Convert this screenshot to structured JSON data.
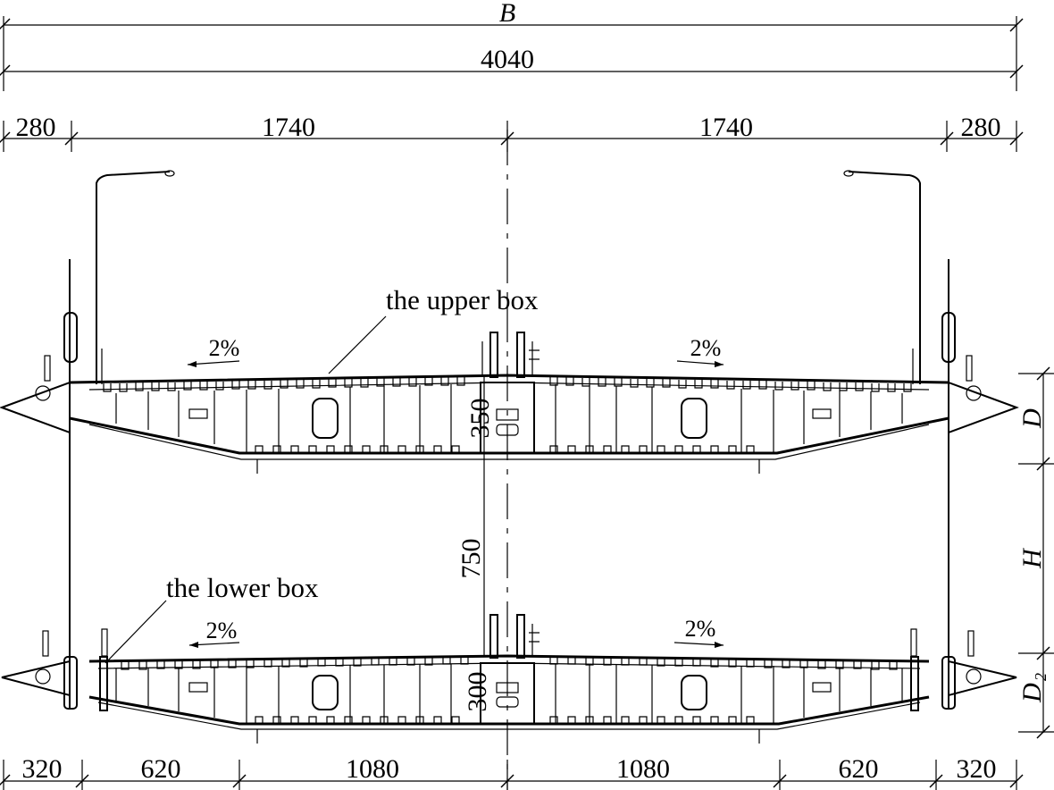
{
  "dimensions": {
    "overall_symbol": "B",
    "overall_value": "4040",
    "top_segments": [
      "280",
      "1740",
      "1740",
      "280"
    ],
    "bottom_segments": [
      "320",
      "620",
      "1080",
      "1080",
      "620",
      "320"
    ],
    "upper_depth_value": "350",
    "gap_value": "750",
    "lower_depth_value": "300",
    "right_symbols": {
      "upper_depth": "D",
      "gap": "H",
      "lower_depth": "D",
      "lower_subscript": "2"
    }
  },
  "labels": {
    "upper_box": "the upper box",
    "lower_box": "the lower box"
  },
  "slopes": {
    "upper_left": "2%",
    "upper_right": "2%",
    "lower_left": "2%",
    "lower_right": "2%"
  }
}
